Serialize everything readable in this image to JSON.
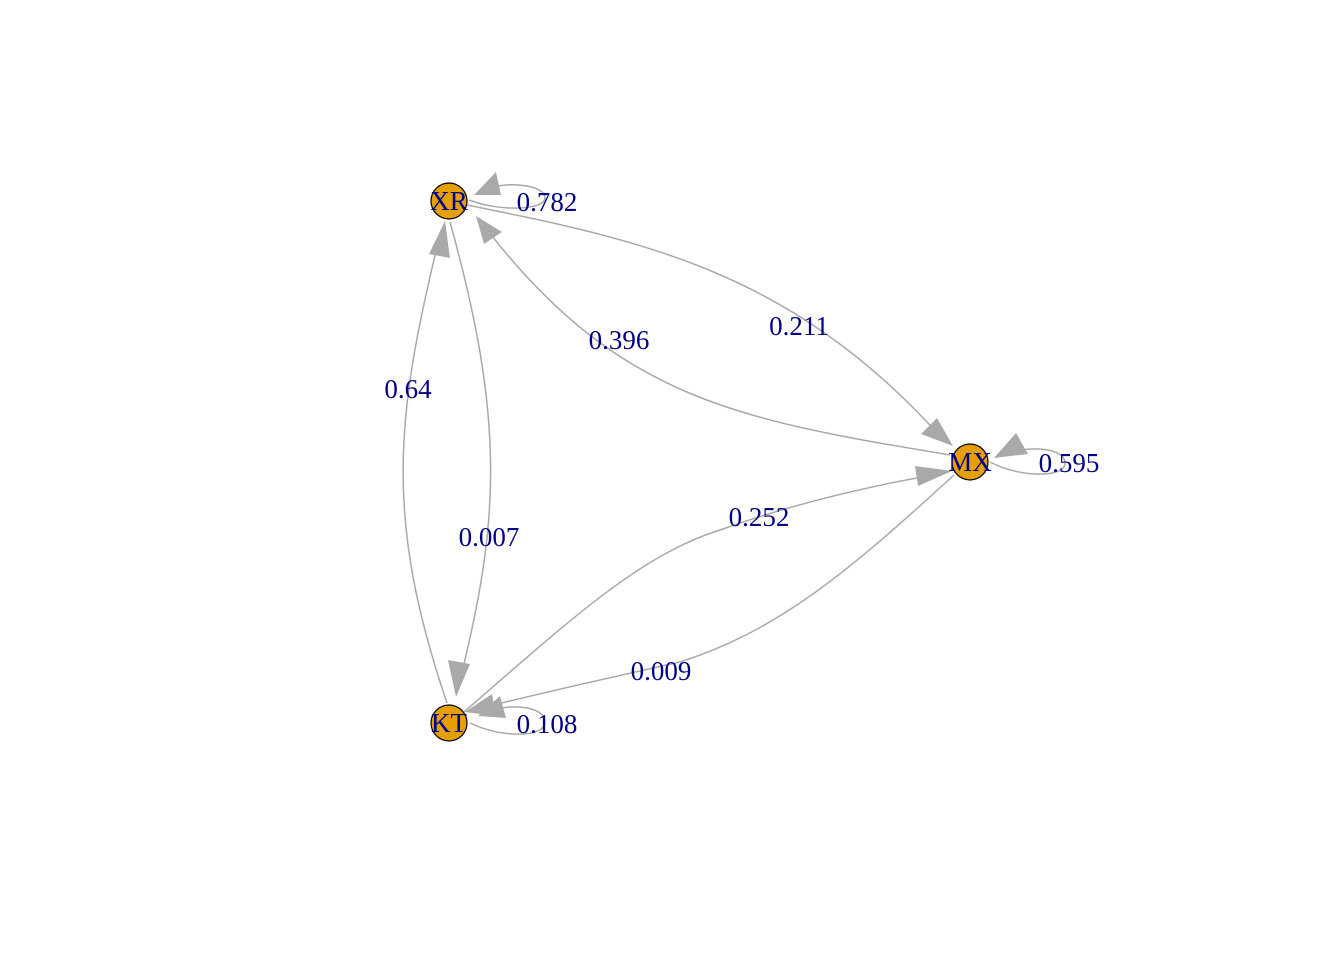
{
  "colors": {
    "node_fill": "#E69F00",
    "node_border": "#000000",
    "node_label": "#00008B",
    "edge": "#A9A9A9",
    "edge_label": "#00008B",
    "background": "#FFFFFF"
  },
  "graph": {
    "directed": true,
    "nodes": [
      {
        "id": "XR",
        "label": "XR"
      },
      {
        "id": "MX",
        "label": "MX"
      },
      {
        "id": "KT",
        "label": "KT"
      }
    ],
    "edges": [
      {
        "from": "XR",
        "to": "XR",
        "label": "0.782"
      },
      {
        "from": "XR",
        "to": "MX",
        "label": "0.211"
      },
      {
        "from": "MX",
        "to": "XR",
        "label": "0.396"
      },
      {
        "from": "KT",
        "to": "XR",
        "label": "0.64"
      },
      {
        "from": "XR",
        "to": "KT",
        "label": "0.007"
      },
      {
        "from": "MX",
        "to": "MX",
        "label": "0.595"
      },
      {
        "from": "KT",
        "to": "MX",
        "label": "0.252"
      },
      {
        "from": "MX",
        "to": "KT",
        "label": "0.009"
      },
      {
        "from": "KT",
        "to": "KT",
        "label": "0.108"
      }
    ]
  }
}
